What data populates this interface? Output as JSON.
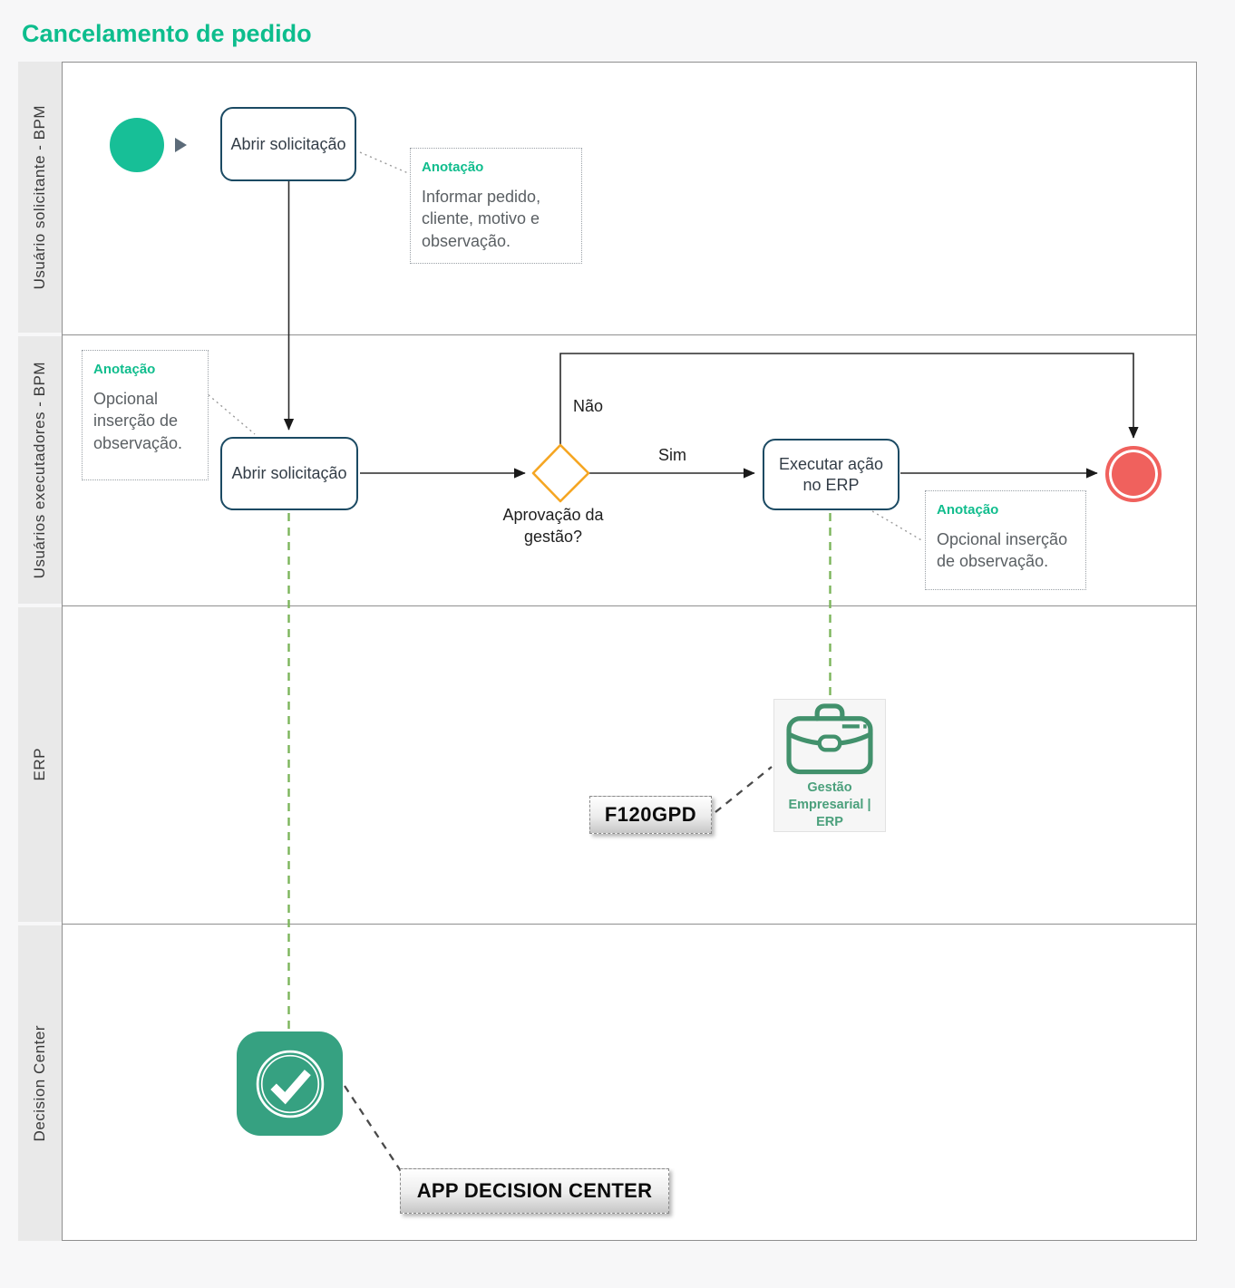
{
  "title": "Cancelamento de pedido",
  "lanes": [
    {
      "label": "Usuário solicitante - BPM"
    },
    {
      "label": "Usuários executadores - BPM"
    },
    {
      "label": "ERP"
    },
    {
      "label": "Decision Center"
    }
  ],
  "process": {
    "task_open_request_1": "Abrir solicitação",
    "task_open_request_2": "Abrir solicitação",
    "gateway_question": "Aprovação da gestão?",
    "task_execute_erp": "Executar ação no ERP",
    "edge_no_label": "Não",
    "edge_yes_label": "Sim"
  },
  "annotations": {
    "request": {
      "title": "Anotação",
      "body": "Informar pedido, cliente, motivo e observação."
    },
    "open_request": {
      "title": "Anotação",
      "body": "Opcional inserção de observação."
    },
    "execute": {
      "title": "Anotação",
      "body": "Opcional inserção de observação."
    }
  },
  "erp": {
    "reference": "F120GPD",
    "caption_line1": "Gestão",
    "caption_line2": "Empresarial | ERP"
  },
  "decision_center": {
    "app_label": "APP DECISION CENTER"
  },
  "colors": {
    "accent": "#0dbd8d",
    "start_event": "#17bf97",
    "end_event": "#f0615d",
    "gateway_border": "#f5a623",
    "task_border": "#1b4a63",
    "system_link_green": "#7cb55b",
    "dc_icon_green": "#36a181",
    "erp_icon_green": "#42916c"
  }
}
